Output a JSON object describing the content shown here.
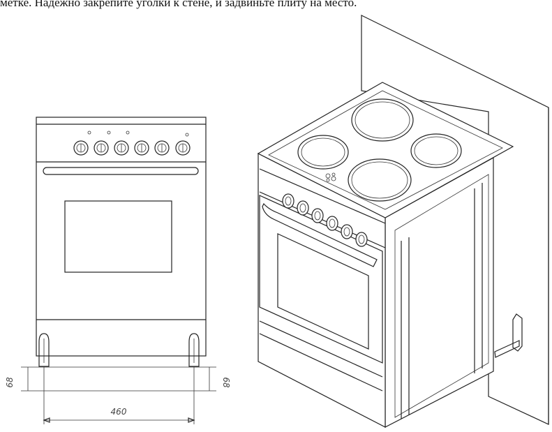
{
  "caption": "метке. Надежно закрепите уголки к стене, и задвиньте плиту на место.",
  "dimensions": {
    "height_left": "68",
    "height_right": "68",
    "width": "460"
  }
}
